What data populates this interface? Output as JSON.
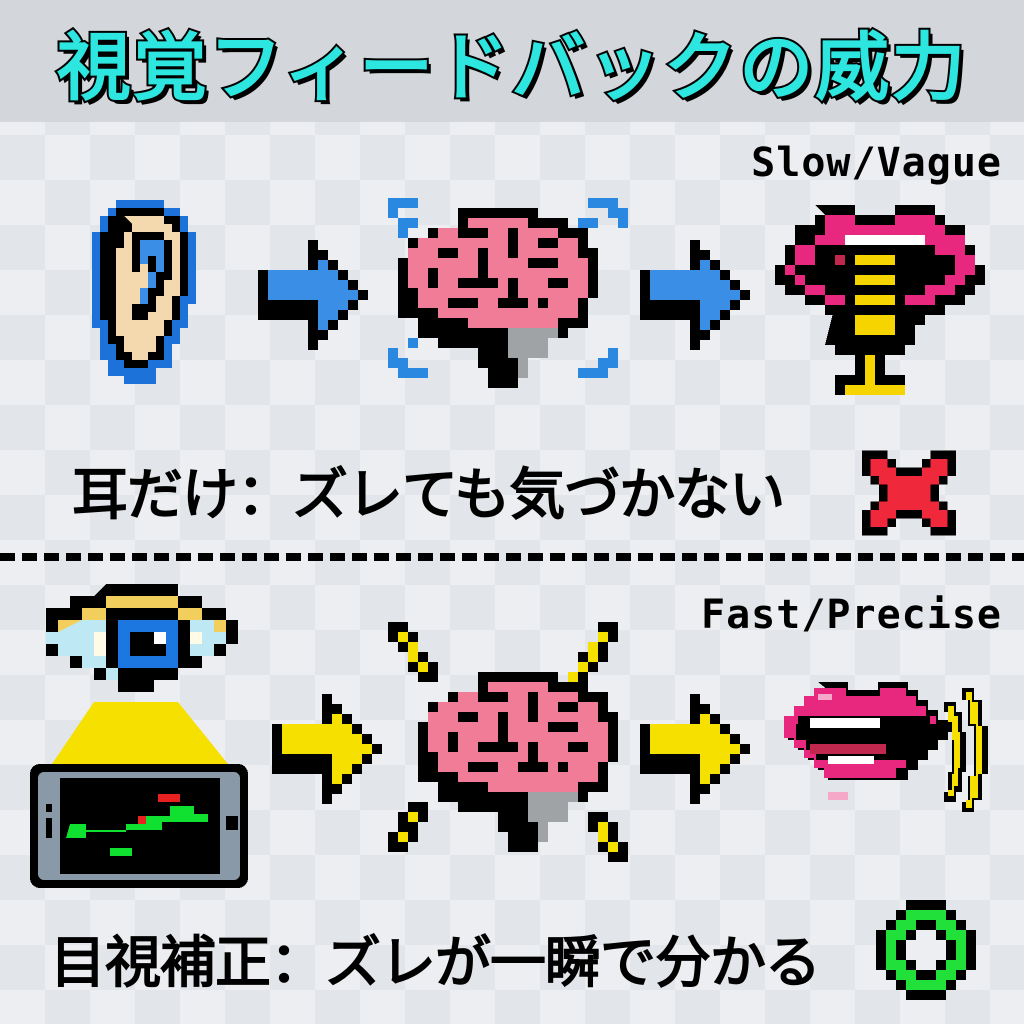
{
  "header": {
    "title": "視覚フィードバックの威力"
  },
  "panels": [
    {
      "speed_label": "Slow/Vague",
      "flow": [
        "ear-icon",
        "arrow-right-icon",
        "brain-icon",
        "arrow-right-icon",
        "mouth-microphone-icon"
      ],
      "arrow_color": "#3a8ee6",
      "caption": "耳だけ：ズレても気づかない",
      "result_icon": "red-x-icon",
      "result_color": "#f0283c"
    },
    {
      "speed_label": "Fast/Precise",
      "flow": [
        "eye-icon",
        "phone-pitch-graph-icon",
        "arrow-right-icon",
        "brain-icon",
        "arrow-right-icon",
        "mouth-sound-waves-icon"
      ],
      "arrow_color": "#f5e000",
      "caption": "目視補正：ズレが一瞬で分かる",
      "result_icon": "green-circle-icon",
      "result_color": "#22e03a"
    }
  ],
  "colors": {
    "title": "#2ee6e0",
    "header_bg": "#d3d7dc",
    "brain_pink": "#f07c98",
    "lips": "#e8287e",
    "mic_yellow": "#f5d400",
    "eye_blue": "#1c78e0",
    "skin": "#f5d9ae",
    "graph_green": "#10e030",
    "graph_red": "#e82020"
  }
}
